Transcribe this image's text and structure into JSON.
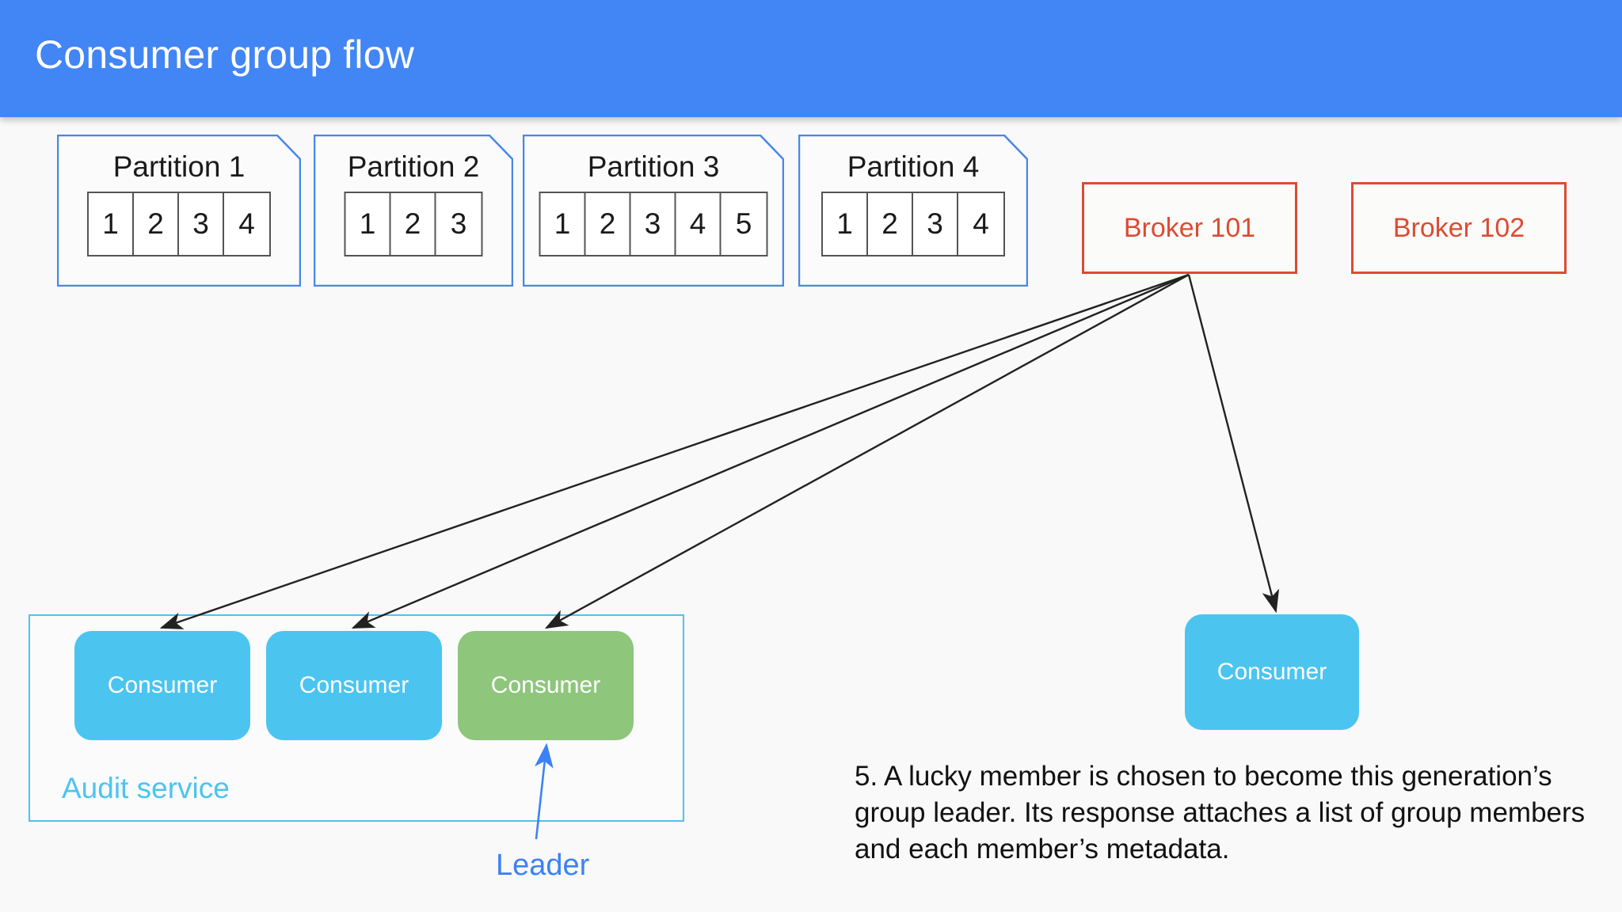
{
  "header": {
    "title": "Consumer group flow",
    "background_color": "#4285f4",
    "title_color": "#ffffff"
  },
  "partitions": [
    {
      "label": "Partition 1",
      "cells": [
        "1",
        "2",
        "3",
        "4"
      ]
    },
    {
      "label": "Partition 2",
      "cells": [
        "1",
        "2",
        "3"
      ]
    },
    {
      "label": "Partition 3",
      "cells": [
        "1",
        "2",
        "3",
        "4",
        "5"
      ]
    },
    {
      "label": "Partition 4",
      "cells": [
        "1",
        "2",
        "3",
        "4"
      ]
    }
  ],
  "brokers": [
    {
      "label": "Broker 101",
      "color": "#dd4b32"
    },
    {
      "label": "Broker 102",
      "color": "#dd4b32"
    }
  ],
  "audit_service": {
    "label": "Audit service",
    "border_color": "#4bc4f0",
    "consumers": [
      {
        "label": "Consumer",
        "color": "#4bc4f0",
        "role": "member"
      },
      {
        "label": "Consumer",
        "color": "#4bc4f0",
        "role": "member"
      },
      {
        "label": "Consumer",
        "color": "#8ec67c",
        "role": "leader"
      }
    ]
  },
  "leader_callout": {
    "label": "Leader",
    "color": "#3b82f6"
  },
  "standalone_consumer": {
    "label": "Consumer",
    "color": "#4bc4f0"
  },
  "description": {
    "text": "5. A lucky member is chosen to become this generation’s group leader. Its response attaches a list of group members and each member’s metadata."
  },
  "colors": {
    "partition_border": "#4a86e8",
    "cell_border": "#545454",
    "arrow": "#222222",
    "canvas": "#f9f9fa"
  }
}
